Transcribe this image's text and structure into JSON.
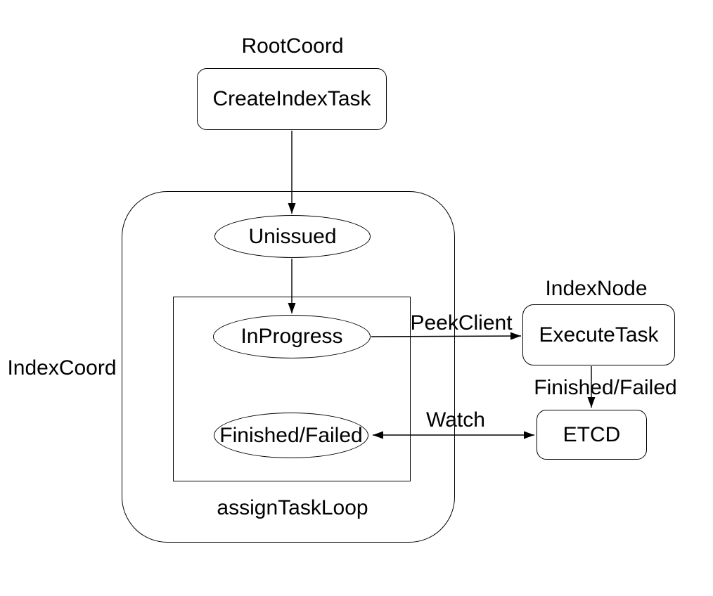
{
  "diagram": {
    "external_labels": {
      "root_coord": "RootCoord",
      "index_node": "IndexNode",
      "index_coord": "IndexCoord",
      "assign_task_loop": "assignTaskLoop"
    },
    "nodes": {
      "create_index_task": "CreateIndexTask",
      "unissued": "Unissued",
      "in_progress": "InProgress",
      "finished_failed": "Finished/Failed",
      "execute_task": "ExecuteTask",
      "etcd": "ETCD"
    },
    "edges": [
      {
        "from": "create_index_task",
        "to": "unissued",
        "label": "",
        "direction": "one-way"
      },
      {
        "from": "unissued",
        "to": "in_progress",
        "label": "",
        "direction": "one-way"
      },
      {
        "from": "in_progress",
        "to": "execute_task",
        "label": "PeekClient",
        "direction": "one-way"
      },
      {
        "from": "execute_task",
        "to": "etcd",
        "label": "Finished/Failed",
        "direction": "one-way"
      },
      {
        "from": "etcd",
        "to": "finished_failed",
        "label": "Watch",
        "direction": "two-way"
      }
    ],
    "colors": {
      "stroke": "#000000",
      "text": "#000000",
      "background": "#ffffff"
    }
  }
}
